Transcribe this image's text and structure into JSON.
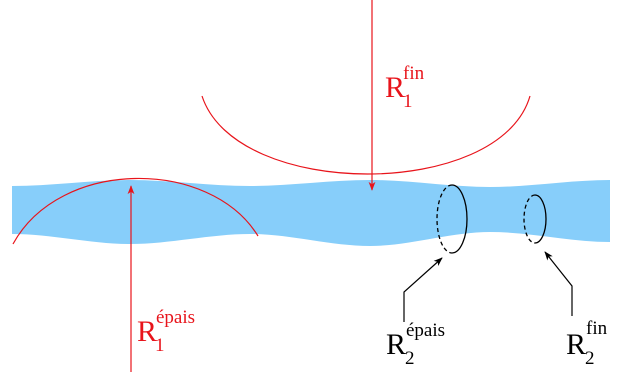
{
  "labels": {
    "r1_fin": {
      "base": "R",
      "sub": "1",
      "sup": "fin"
    },
    "r1_epais": {
      "base": "R",
      "sub": "1",
      "sup": "épais"
    },
    "r2_epais": {
      "base": "R",
      "sub": "2",
      "sup": "épais"
    },
    "r2_fin": {
      "base": "R",
      "sub": "2",
      "sup": "fin"
    }
  },
  "colors": {
    "fiber": "#87CEFA",
    "red": "#E8141B",
    "black": "#000000"
  }
}
